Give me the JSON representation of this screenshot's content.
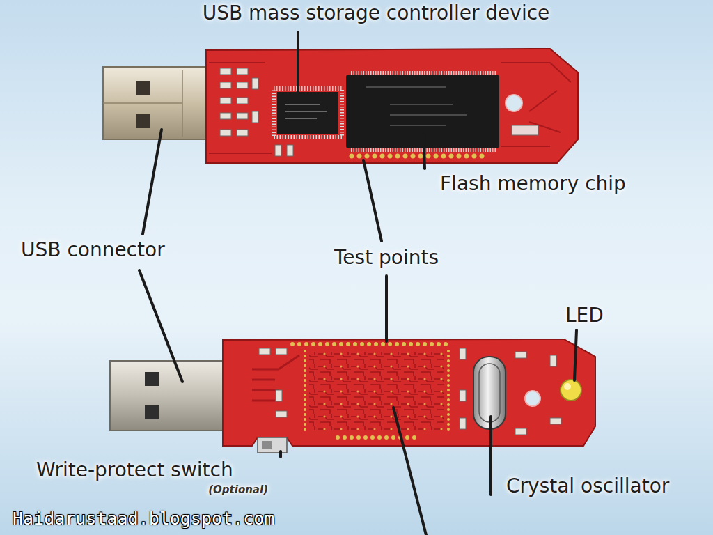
{
  "diagram": {
    "labels": [
      "USB mass storage controller device",
      "Flash memory chip",
      "USB connector",
      "Test points",
      "LED",
      "Write-protect switch",
      "(Optional)",
      "Crystal oscillator",
      "Haidarustaad.blogspot.com"
    ]
  }
}
